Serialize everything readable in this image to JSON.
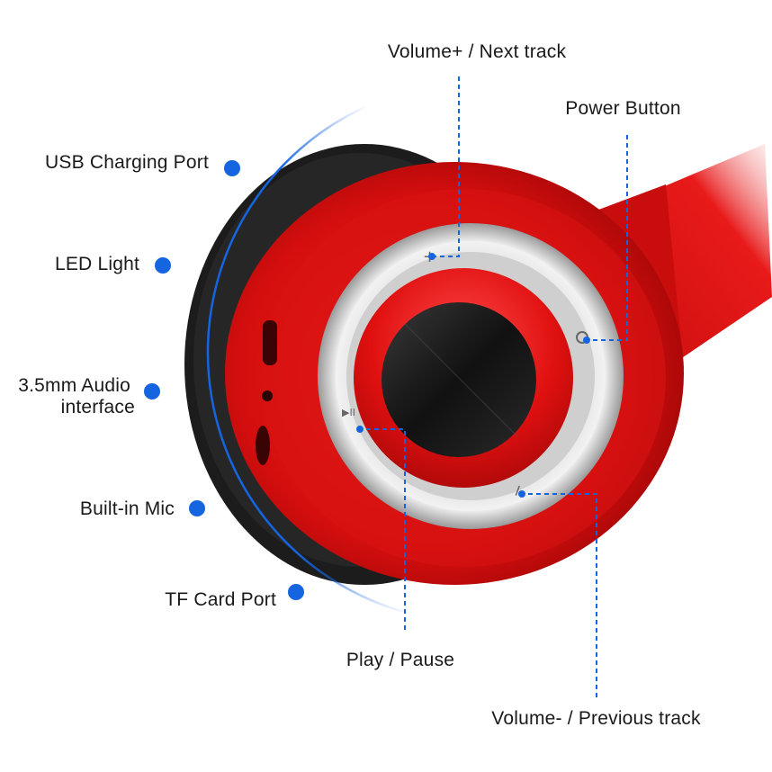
{
  "image": {
    "subject": "Red over-ear wireless headphone earcup with control ring",
    "colors": {
      "earcup_red": "#d40e0e",
      "ear_pad": "#1c1c1c",
      "control_ring": "#dcdcdc",
      "callout_blue": "#1565e0",
      "background": "#ffffff"
    }
  },
  "labels": {
    "usb": "USB Charging Port",
    "led": "LED Light",
    "audio_line1": "3.5mm Audio",
    "audio_line2": "interface",
    "mic": "Built-in Mic",
    "tf": "TF Card Port",
    "vol_up": "Volume+ / Next track",
    "power": "Power Button",
    "play": "Play / Pause",
    "vol_down": "Volume- / Previous track"
  },
  "icons": {
    "plus": "+",
    "minus": "−",
    "play_pause": "▶II",
    "power": "⏻"
  }
}
